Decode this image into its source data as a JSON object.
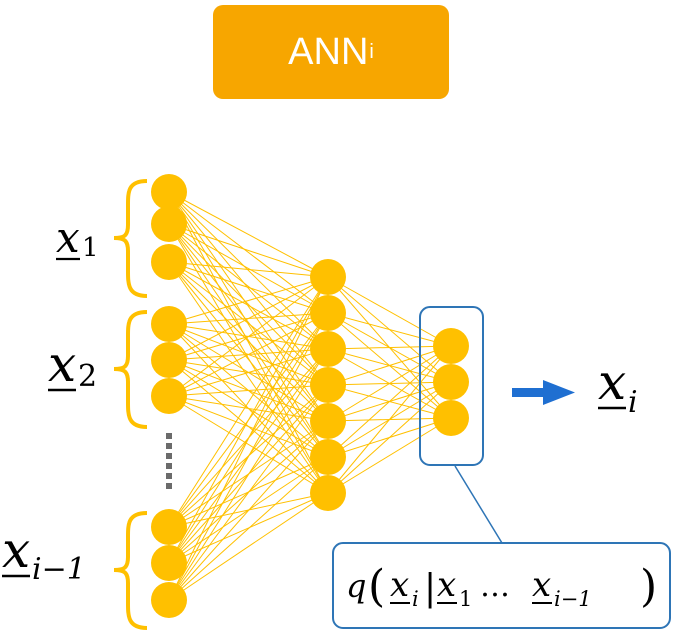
{
  "title": {
    "main": "ANN",
    "subscript": "i"
  },
  "colors": {
    "node": "#ffc000",
    "edge": "#ffc000",
    "title_bg": "#f7a600",
    "box_stroke": "#2e75b6",
    "arrow": "#1f6fd1"
  },
  "network": {
    "layer_sizes": [
      9,
      7,
      3
    ]
  },
  "input_groups": [
    {
      "var": "x",
      "sub": "1"
    },
    {
      "var": "x",
      "sub": "2"
    },
    {
      "var": "x",
      "sub": "i−1"
    }
  ],
  "output": {
    "var": "x",
    "sub": "i"
  },
  "distribution": {
    "q": "q",
    "target": {
      "var": "x",
      "sub": "i"
    },
    "cond_first": {
      "var": "x",
      "sub": "1"
    },
    "dots": "…",
    "cond_last": {
      "var": "x",
      "sub": "i−1"
    }
  }
}
